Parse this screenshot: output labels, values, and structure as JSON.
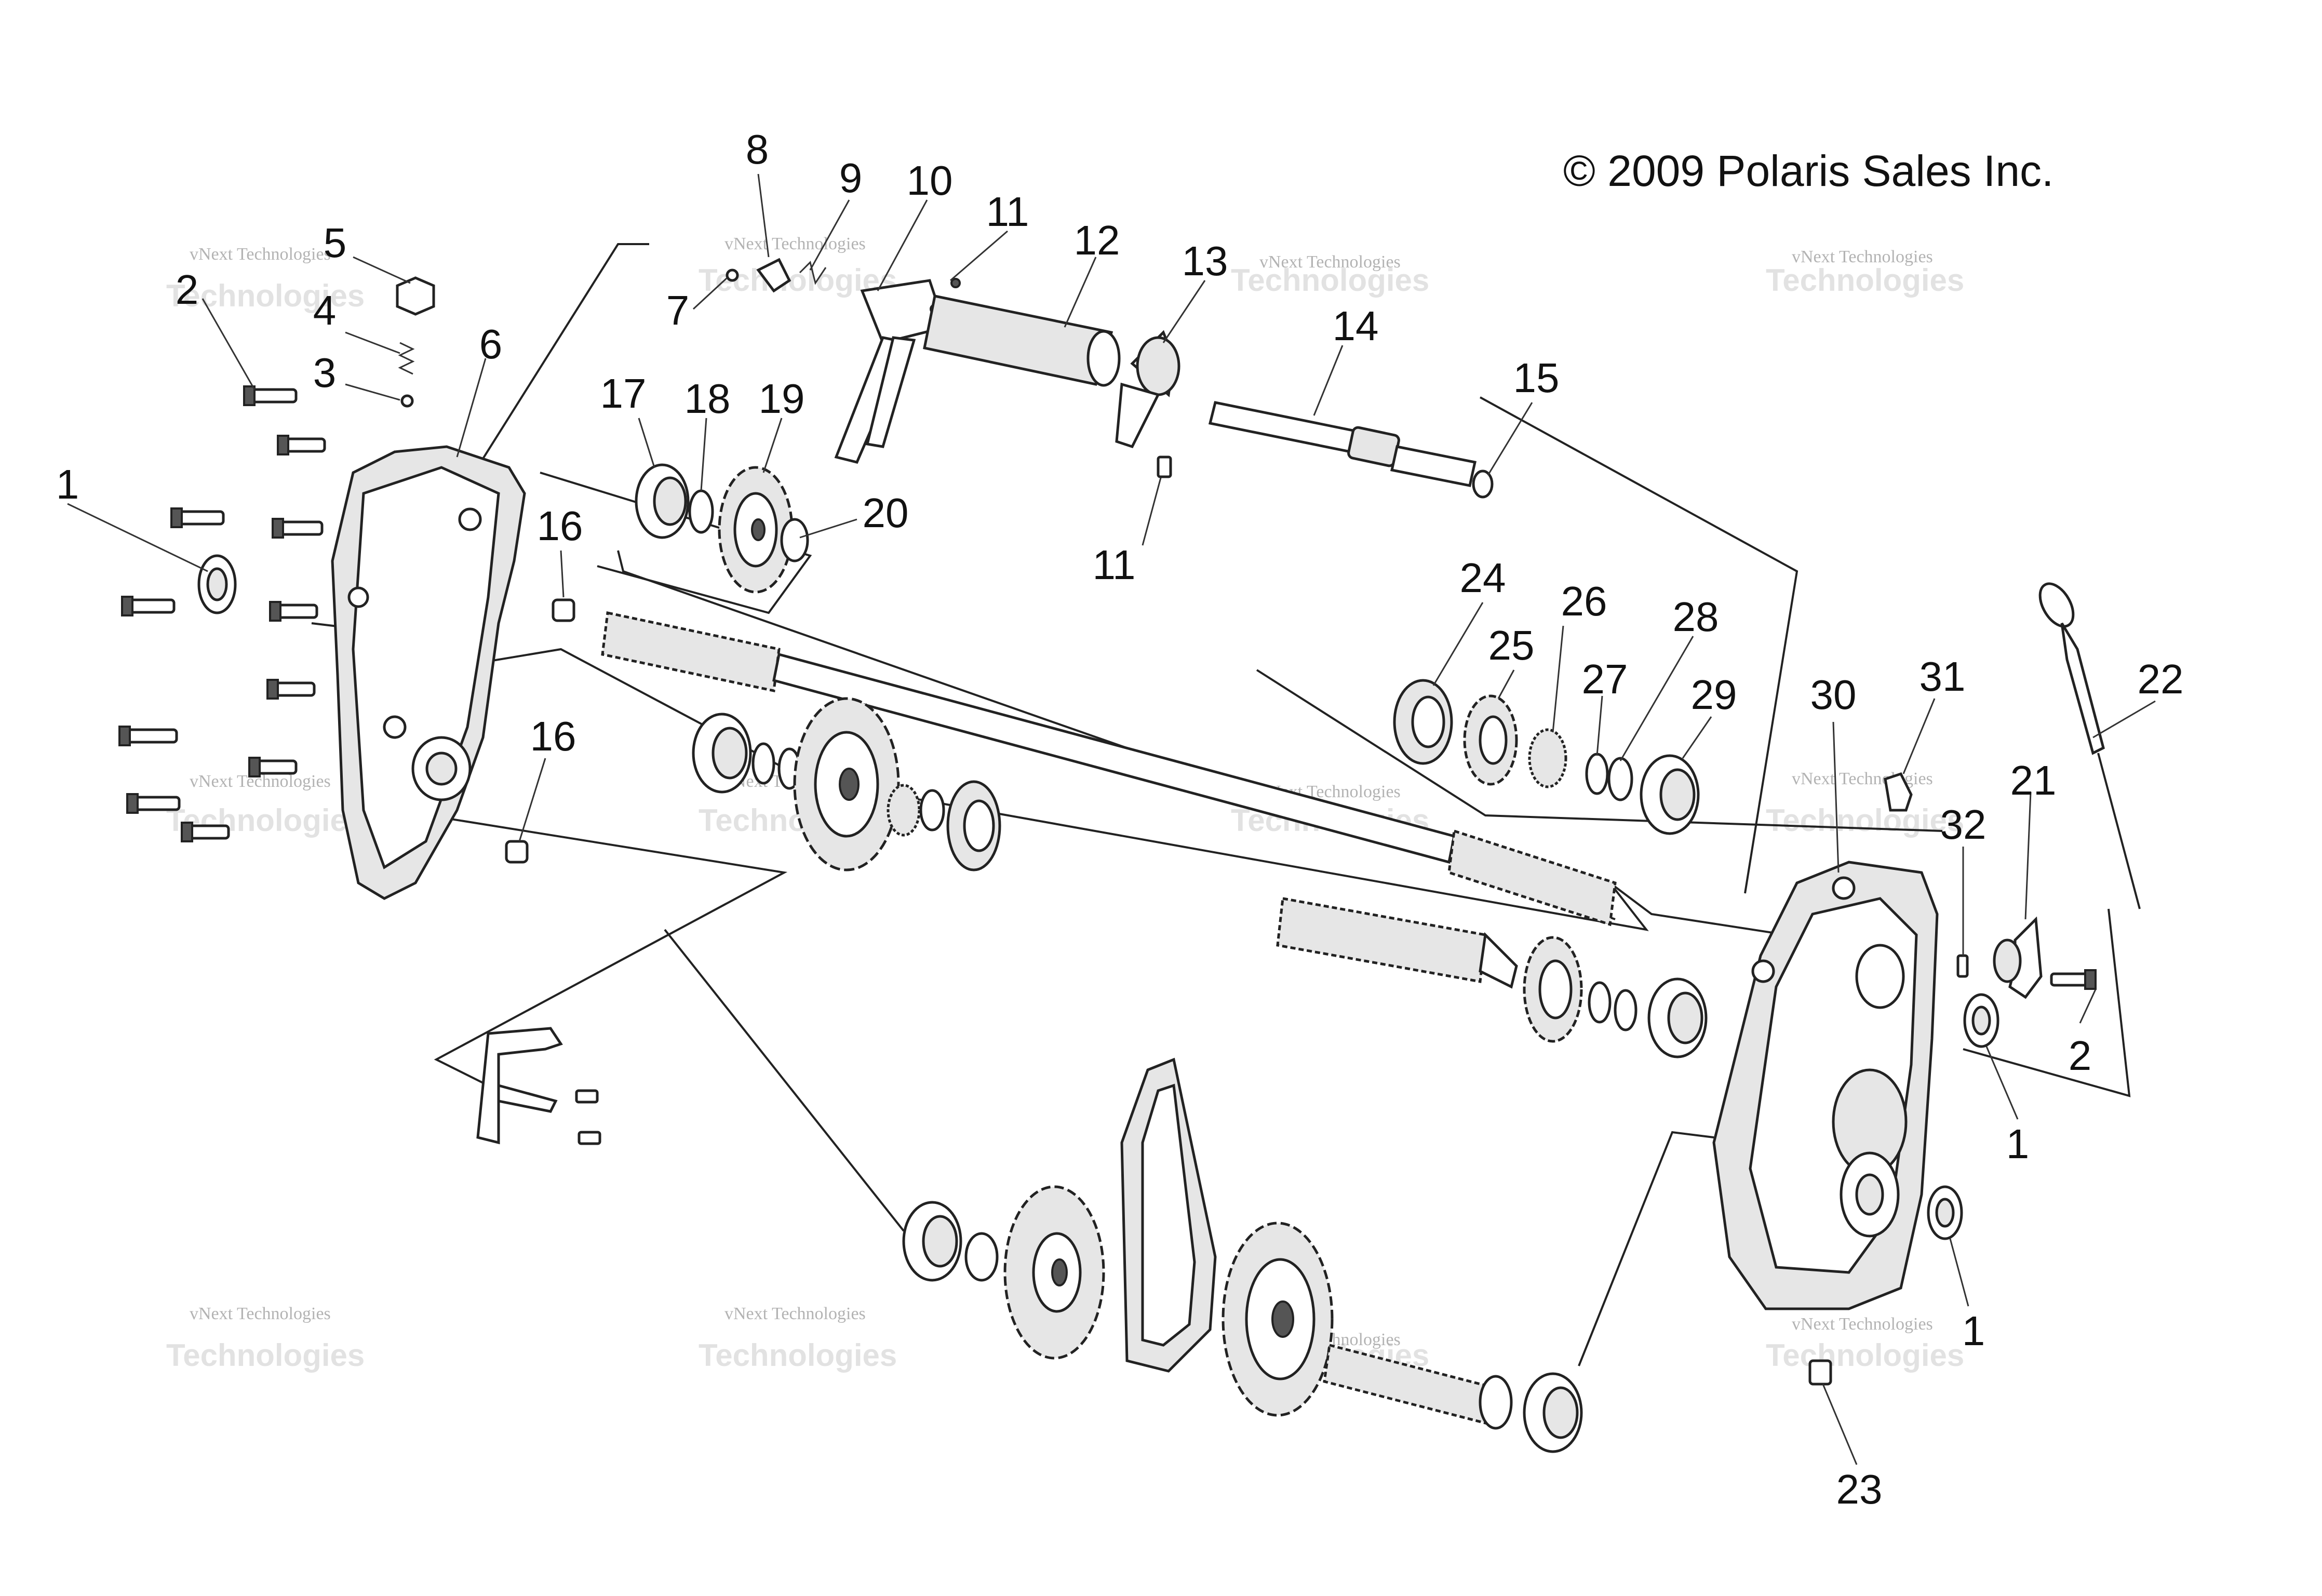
{
  "copyright": "© 2009 Polaris Sales Inc.",
  "watermark": {
    "line1": "vNext Technologies",
    "line2": "Technologies"
  },
  "callouts": [
    "1",
    "2",
    "3",
    "4",
    "5",
    "6",
    "7",
    "8",
    "9",
    "10",
    "11",
    "12",
    "13",
    "14",
    "15",
    "16",
    "17",
    "18",
    "19",
    "20",
    "21",
    "22",
    "23",
    "24",
    "25",
    "26",
    "27",
    "28",
    "29",
    "30",
    "31",
    "32",
    "11",
    "16",
    "1",
    "1",
    "2"
  ]
}
